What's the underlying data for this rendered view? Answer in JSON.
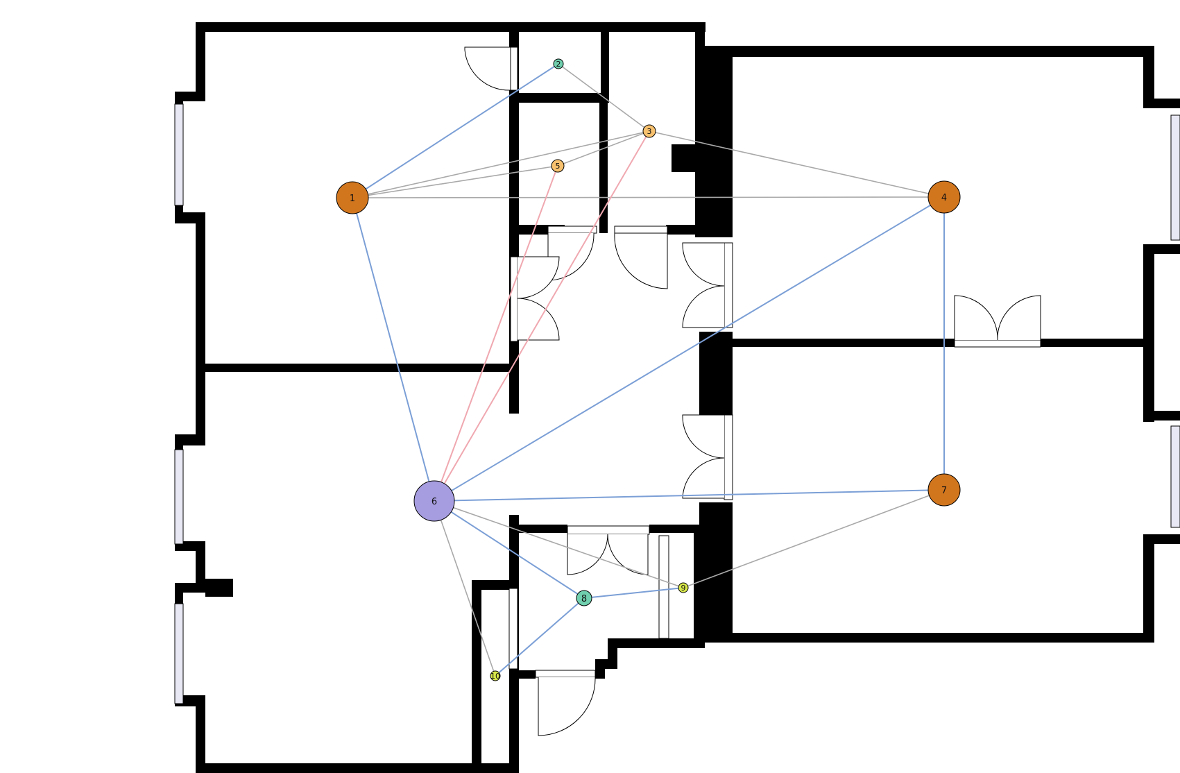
{
  "diagram": {
    "kind": "floor-plan room adjacency graph",
    "colors": {
      "wall": "#000000",
      "window_fill": "#e8e8f4",
      "door_line": "#000000",
      "edge_gray": "#a9a9a9",
      "edge_blue": "#7b9fd6",
      "edge_pink": "#f0a8b0",
      "node_orange": "#d2761e",
      "node_light_orange": "#f7c16e",
      "node_purple": "#a69de0",
      "node_teal": "#6fcfae",
      "node_yellow": "#d8e84a"
    },
    "nodes": [
      {
        "id": "1",
        "label": "1",
        "color": "node_orange",
        "size": "large"
      },
      {
        "id": "2",
        "label": "2",
        "color": "node_teal",
        "size": "tiny"
      },
      {
        "id": "3",
        "label": "3",
        "color": "node_light_orange",
        "size": "small"
      },
      {
        "id": "4",
        "label": "4",
        "color": "node_orange",
        "size": "large"
      },
      {
        "id": "5",
        "label": "5",
        "color": "node_light_orange",
        "size": "small"
      },
      {
        "id": "6",
        "label": "6",
        "color": "node_purple",
        "size": "xlarge"
      },
      {
        "id": "7",
        "label": "7",
        "color": "node_orange",
        "size": "large"
      },
      {
        "id": "8",
        "label": "8",
        "color": "node_teal",
        "size": "medium"
      },
      {
        "id": "9",
        "label": "9",
        "color": "node_yellow",
        "size": "tiny"
      },
      {
        "id": "10",
        "label": "10",
        "color": "node_yellow",
        "size": "tiny"
      }
    ],
    "edges": [
      {
        "from": "1",
        "to": "2",
        "color": "edge_blue"
      },
      {
        "from": "1",
        "to": "3",
        "color": "edge_gray"
      },
      {
        "from": "1",
        "to": "5",
        "color": "edge_gray"
      },
      {
        "from": "1",
        "to": "4",
        "color": "edge_gray"
      },
      {
        "from": "1",
        "to": "6",
        "color": "edge_blue"
      },
      {
        "from": "2",
        "to": "3",
        "color": "edge_gray"
      },
      {
        "from": "3",
        "to": "5",
        "color": "edge_gray"
      },
      {
        "from": "3",
        "to": "4",
        "color": "edge_gray"
      },
      {
        "from": "3",
        "to": "6",
        "color": "edge_pink"
      },
      {
        "from": "5",
        "to": "6",
        "color": "edge_pink"
      },
      {
        "from": "4",
        "to": "6",
        "color": "edge_blue"
      },
      {
        "from": "4",
        "to": "7",
        "color": "edge_blue"
      },
      {
        "from": "6",
        "to": "7",
        "color": "edge_blue"
      },
      {
        "from": "6",
        "to": "8",
        "color": "edge_blue"
      },
      {
        "from": "6",
        "to": "9",
        "color": "edge_gray"
      },
      {
        "from": "6",
        "to": "10",
        "color": "edge_gray"
      },
      {
        "from": "8",
        "to": "9",
        "color": "edge_blue"
      },
      {
        "from": "8",
        "to": "10",
        "color": "edge_blue"
      },
      {
        "from": "9",
        "to": "7",
        "color": "edge_gray"
      }
    ]
  }
}
